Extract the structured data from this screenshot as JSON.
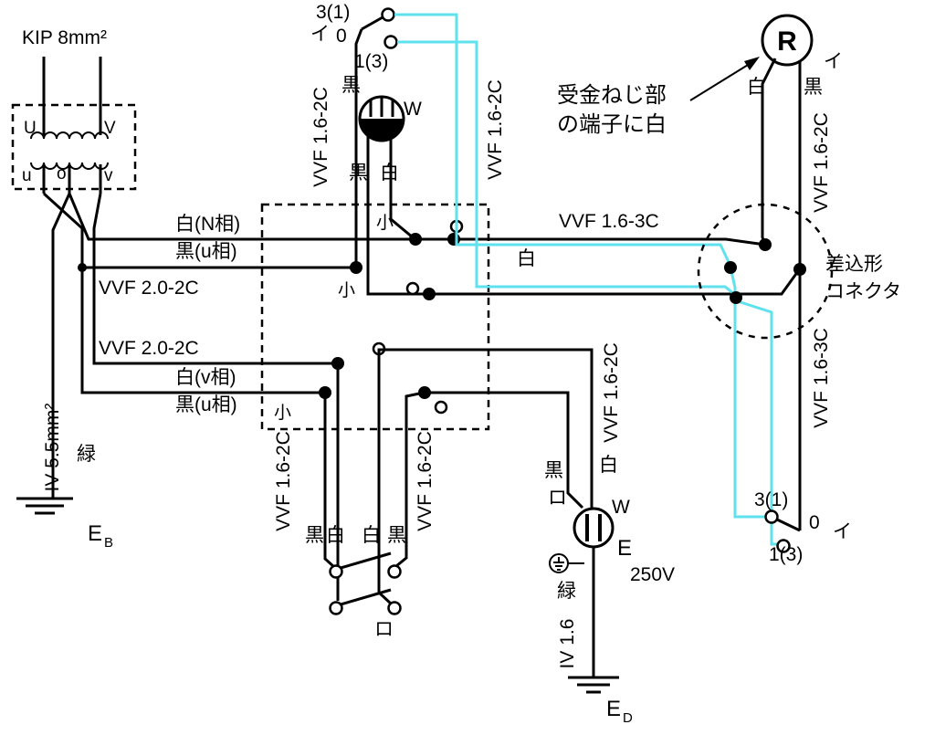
{
  "colors": {
    "wire": "#000000",
    "traveler": "#5fe2ee"
  },
  "transformer": {
    "kip": "KIP 8mm²",
    "U": "U",
    "V": "V",
    "u": "u",
    "o": "o",
    "v": "v"
  },
  "feeders": {
    "white_n": "白(N相)",
    "black_u_top": "黒(u相)",
    "vvf_top": "VVF 2.0-2C",
    "vvf_bottom": "VVF 2.0-2C",
    "white_v": "白(v相)",
    "black_u_bottom": "黒(u相)"
  },
  "ground_b": {
    "iv": "IV 5.5mm²",
    "green": "緑",
    "e": "E",
    "sub": "B"
  },
  "switch_top": {
    "t3": "3(1)",
    "name": "イ",
    "t0": "0",
    "t1": "1(3)"
  },
  "ceiling_light": {
    "feed_black": "黒",
    "vvf_left": "VVF 1.6-2C",
    "w": "W",
    "black": "黒",
    "white": "白",
    "vvf_right": "VVF 1.6-2C"
  },
  "junction_box": {
    "sleeve1": "小",
    "sleeve2": "小",
    "sleeve3": "小"
  },
  "link_cable": {
    "label": "VVF 1.6-3C",
    "white": "白"
  },
  "receptacle": {
    "symbol": "R",
    "name": "イ",
    "white": "白",
    "black": "黒",
    "vvf": "VVF 1.6-2C",
    "note1": "受金ねじ部",
    "note2": "の端子に白"
  },
  "connector": {
    "line1": "差込形",
    "line2": "コネクタ",
    "vvf": "VVF 1.6-3C"
  },
  "switch_right": {
    "t3": "3(1)",
    "t0": "0",
    "name": "イ",
    "t1": "1(3)"
  },
  "dp_switch": {
    "vvf_left": "VVF 1.6-2C",
    "vvf_right": "VVF 1.6-2C",
    "w1": "黒",
    "w2": "白",
    "w3": "白",
    "w4": "黒",
    "name": "ロ"
  },
  "outlet": {
    "black": "黒",
    "circuit": "ロ",
    "white": "白",
    "vvf": "VVF 1.6-2C",
    "w": "W",
    "e": "E",
    "rating": "250V",
    "green": "緑",
    "iv": "IV 1.6",
    "ed": "E",
    "ed_sub": "D"
  }
}
